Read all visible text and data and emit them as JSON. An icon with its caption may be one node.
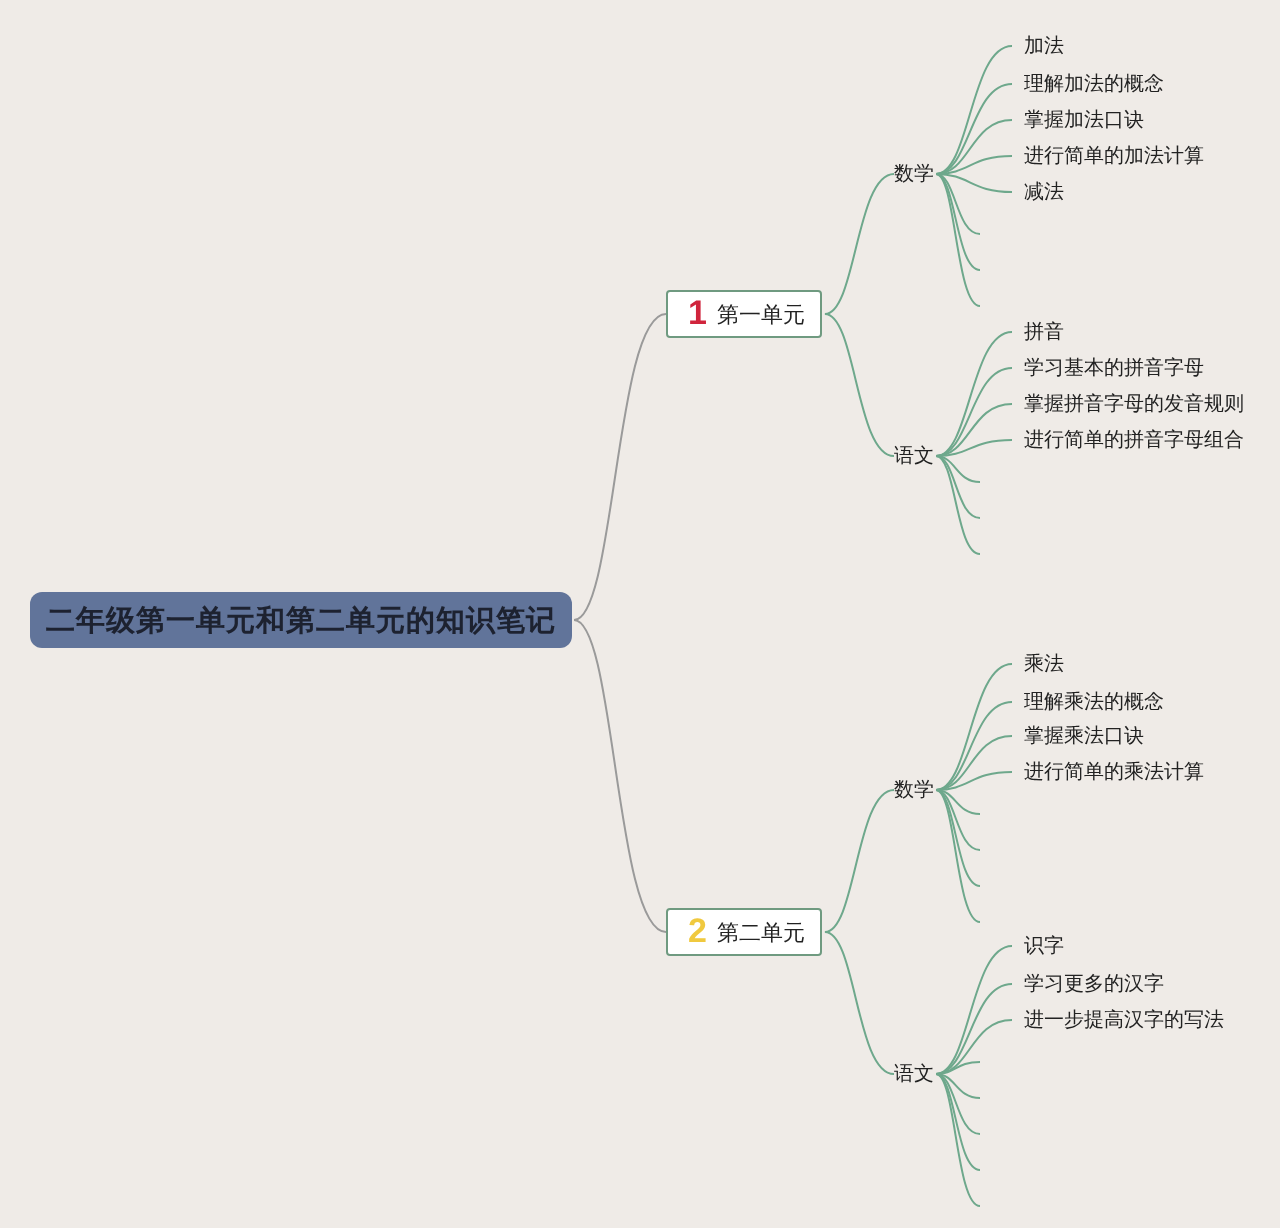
{
  "diagram": {
    "nodes": [
      {
        "text": [
          "二年级第一单元和第二单元的知识笔记"
        ]
      },
      {
        "text": [
          "1",
          "第一单元"
        ]
      },
      {
        "text": [
          "数学"
        ]
      },
      {
        "text": [
          "加法"
        ]
      },
      {
        "text": [
          "理解加法的概念"
        ]
      },
      {
        "text": [
          "掌握加法口诀"
        ]
      },
      {
        "text": [
          "进行简单的加法计算"
        ]
      },
      {
        "text": [
          "减法"
        ]
      },
      {
        "text": [
          "语文"
        ]
      },
      {
        "text": [
          "拼音"
        ]
      },
      {
        "text": [
          "学习基本的拼音字母"
        ]
      },
      {
        "text": [
          "掌握拼音字母的发音规则"
        ]
      },
      {
        "text": [
          "进行简单的拼音字母组合"
        ]
      },
      {
        "text": [
          "2",
          "第二单元"
        ]
      },
      {
        "text": [
          "数学"
        ]
      },
      {
        "text": [
          "乘法"
        ]
      },
      {
        "text": [
          "理解乘法的概念"
        ]
      },
      {
        "text": [
          "掌握乘法口诀"
        ]
      },
      {
        "text": [
          "进行简单的乘法计算"
        ]
      },
      {
        "text": [
          "语文"
        ]
      },
      {
        "text": [
          "识字"
        ]
      },
      {
        "text": [
          "学习更多的汉字"
        ]
      },
      {
        "text": [
          "进一步提高汉字的写法"
        ]
      }
    ],
    "edges": [
      {
        "from": 0,
        "to": 1,
        "arrow": "none",
        "color": "#9a9a9a"
      },
      {
        "from": 0,
        "to": 13,
        "arrow": "none",
        "color": "#9a9a9a"
      },
      {
        "from": 1,
        "to": 2,
        "arrow": "none"
      },
      {
        "from": 2,
        "to": 3,
        "arrow": "none"
      },
      {
        "from": 2,
        "to": 4,
        "arrow": "none"
      },
      {
        "from": 2,
        "to": 5,
        "arrow": "none"
      },
      {
        "from": 2,
        "to": 6,
        "arrow": "none"
      },
      {
        "from": 2,
        "to": 7,
        "arrow": "none"
      },
      {
        "from": 2,
        "to": null,
        "arrow": "none"
      },
      {
        "from": 2,
        "to": null,
        "arrow": "none"
      },
      {
        "from": 2,
        "to": null,
        "arrow": "none"
      },
      {
        "from": 1,
        "to": 8,
        "arrow": "none"
      },
      {
        "from": 8,
        "to": 9,
        "arrow": "none"
      },
      {
        "from": 8,
        "to": 10,
        "arrow": "none"
      },
      {
        "from": 8,
        "to": 11,
        "arrow": "none"
      },
      {
        "from": 8,
        "to": 12,
        "arrow": "none"
      },
      {
        "from": 8,
        "to": null,
        "arrow": "none"
      },
      {
        "from": 8,
        "to": null,
        "arrow": "none"
      },
      {
        "from": 8,
        "to": null,
        "arrow": "none"
      },
      {
        "from": 13,
        "to": 14,
        "arrow": "none"
      },
      {
        "from": 14,
        "to": 15,
        "arrow": "none"
      },
      {
        "from": 14,
        "to": 16,
        "arrow": "none"
      },
      {
        "from": 14,
        "to": 17,
        "arrow": "none"
      },
      {
        "from": 14,
        "to": 18,
        "arrow": "none"
      },
      {
        "from": 14,
        "to": null,
        "arrow": "none"
      },
      {
        "from": 14,
        "to": null,
        "arrow": "none"
      },
      {
        "from": 14,
        "to": null,
        "arrow": "none"
      },
      {
        "from": 14,
        "to": null,
        "arrow": "none"
      },
      {
        "from": 13,
        "to": 19,
        "arrow": "none"
      },
      {
        "from": 19,
        "to": 20,
        "arrow": "none"
      },
      {
        "from": 19,
        "to": 21,
        "arrow": "none"
      },
      {
        "from": 19,
        "to": 22,
        "arrow": "none"
      },
      {
        "from": 19,
        "to": null,
        "arrow": "none"
      },
      {
        "from": 19,
        "to": null,
        "arrow": "none"
      },
      {
        "from": 19,
        "to": null,
        "arrow": "none"
      },
      {
        "from": 19,
        "to": null,
        "arrow": "none"
      },
      {
        "from": 19,
        "to": null,
        "arrow": "none"
      }
    ]
  }
}
